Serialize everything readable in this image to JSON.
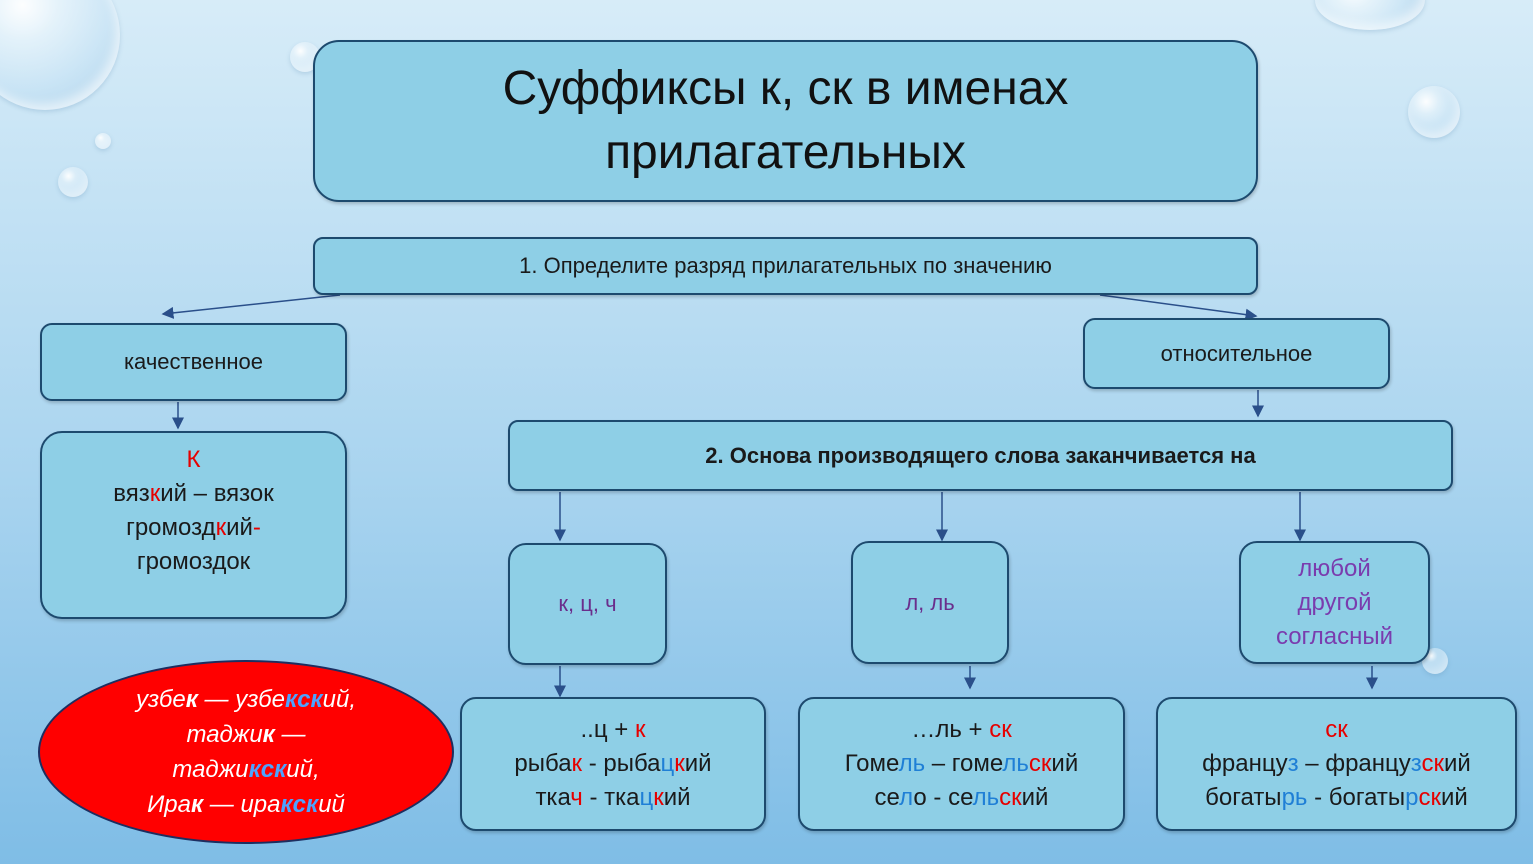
{
  "title": [
    "Суффиксы к, ск в именах",
    "прилагательных"
  ],
  "step1": "1. Определите разряд прилагательных по значению",
  "kach": "качественное",
  "otnos": "относительное",
  "kach_ex": {
    "suffix": "К",
    "l1": [
      "вяз",
      "к",
      "ий – вязок"
    ],
    "l2": [
      "громозд",
      "к",
      "ий",
      "-"
    ],
    "l3": "громоздок"
  },
  "step2": "2. Основа производящего слова заканчивается на",
  "c1": "к, ц, ч",
  "c2": "л, ль",
  "c3": [
    "любой",
    "другой",
    "согласный"
  ],
  "r1": {
    "head": [
      "..ц",
      " + ",
      "к"
    ],
    "l1": [
      "рыба",
      "к",
      " - рыба",
      "ц",
      "к",
      "ий"
    ],
    "l2": [
      "тка",
      "ч",
      " - тка",
      "ц",
      "к",
      "ий"
    ]
  },
  "r2": {
    "head": [
      "…ль",
      " + ",
      "ск"
    ],
    "l1": [
      "Гоме",
      "ль",
      " – гоме",
      "ль",
      "ск",
      "ий"
    ],
    "l2": [
      "се",
      "л",
      "о - се",
      "ль",
      "ск",
      "ий"
    ]
  },
  "r3": {
    "head": "ск",
    "l1": [
      "францу",
      "з",
      " – францу",
      "з",
      "ск",
      "ий"
    ],
    "l2": [
      "богаты",
      "рь",
      " - богаты",
      "р",
      "ск",
      "ий"
    ]
  },
  "oval": {
    "l1": [
      "узбе",
      "к",
      " — узбе",
      "кск",
      "ий,"
    ],
    "l2": [
      "таджи",
      "к",
      " —"
    ],
    "l3": [
      "таджи",
      "кск",
      "ий,"
    ],
    "l4": [
      "Ира",
      "к",
      " — ира",
      "кск",
      "ий"
    ]
  },
  "colors": {
    "box": "#8ecfe6",
    "border": "#1d4a6e",
    "accent_red": "#e60000",
    "accent_blue": "#1f7fd6",
    "oval": "#ff0000"
  }
}
